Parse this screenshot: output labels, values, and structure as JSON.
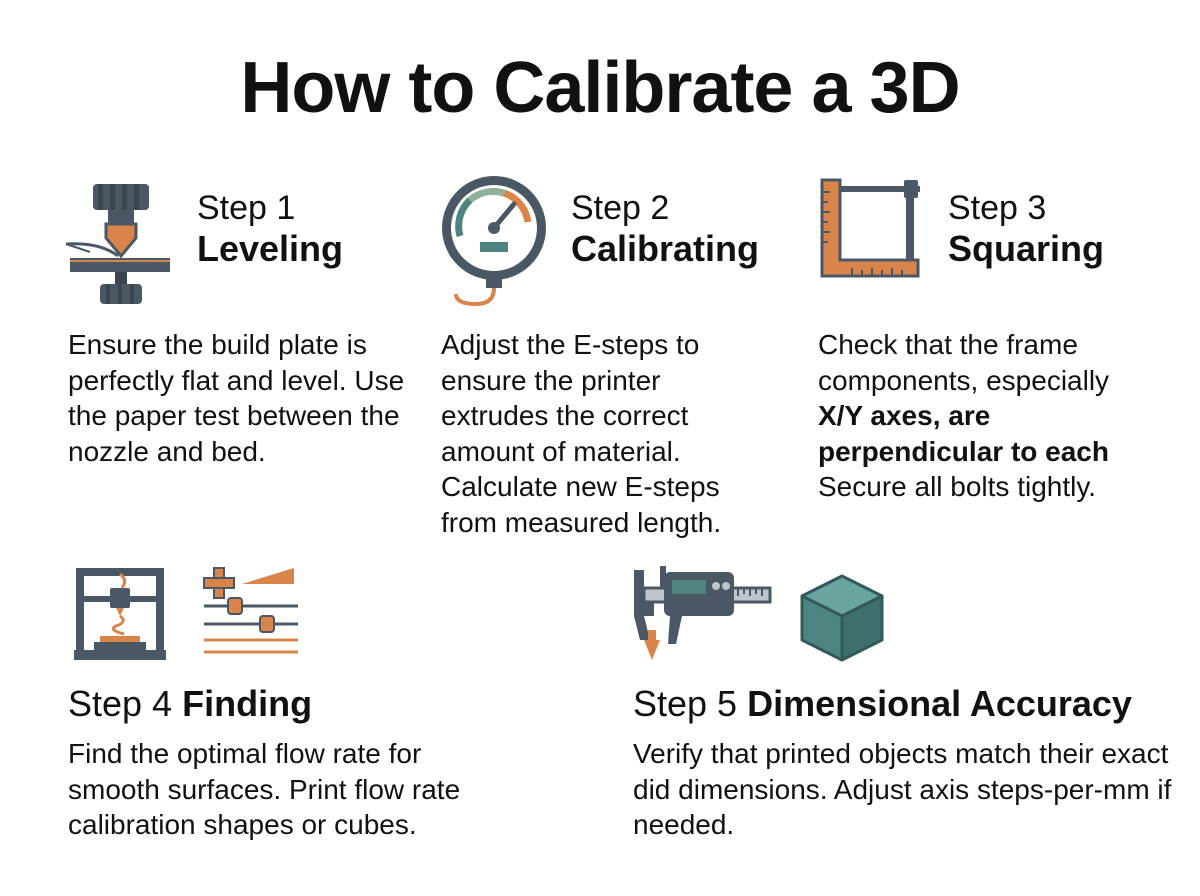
{
  "title": "How to Calibrate a 3D",
  "steps": [
    {
      "number": "Step 1",
      "name": "Leveling",
      "icon": "nozzle-bed-icon",
      "body": "Ensure the build plate is perfectly flat and level. Use the paper test between the nozzle and bed."
    },
    {
      "number": "Step 2",
      "name": "Calibrating",
      "icon": "gauge-icon",
      "body": "Adjust the E-steps to ensure the printer extrudes the correct amount of material. Calculate new E-steps from measured length."
    },
    {
      "number": "Step 3",
      "name": "Squaring",
      "icon": "square-ruler-icon",
      "body_plain_1": "Check that the frame components, especially",
      "body_bold": "X/Y axes, are perpendicular to each",
      "body_plain_2": "Secure all bolts tightly."
    },
    {
      "number": "Step 4",
      "name": "Finding",
      "icons": [
        "printer-icon",
        "slider-settings-icon"
      ],
      "body": "Find the optimal flow rate for smooth surfaces. Print flow rate calibration shapes or cubes."
    },
    {
      "number": "Step 5",
      "name": "Dimensional Accuracy",
      "icons": [
        "caliper-icon",
        "cube-icon"
      ],
      "body": "Verify that printed objects match their exact did dimensions. Adjust axis steps-per-mm if needed."
    }
  ],
  "colors": {
    "dark": "#4a5866",
    "orange": "#d9844a",
    "teal": "#4d8482",
    "teal_dark": "#33595a",
    "text": "#111111"
  }
}
